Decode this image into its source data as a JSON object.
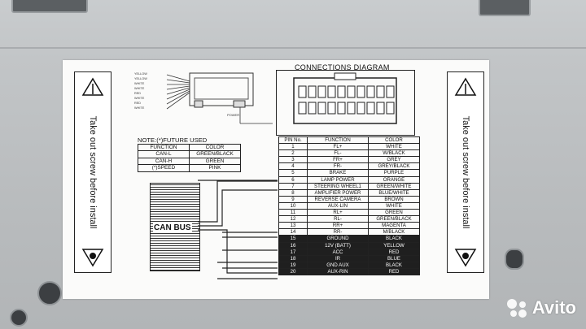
{
  "diagram": {
    "title": "CONNECTIONS DIAGRAM",
    "side_label_text": "Take out screw before install",
    "power_label": "POWER",
    "top_wires": [
      "YELLOW",
      "YELLOW",
      "WHITE",
      "WHITE",
      "RED",
      "WHITE",
      "RED",
      "WHITE"
    ],
    "note": {
      "title": "NOTE:(*)FUTURE USED",
      "headers": [
        "FUNCTION",
        "COLOR"
      ],
      "rows": [
        [
          "CAN-L",
          "GREEN/BLACK"
        ],
        [
          "CAN-H",
          "GREEN"
        ],
        [
          "(*)SPEED",
          "PINK"
        ]
      ]
    },
    "canbus_label": "CAN BUS",
    "pins": {
      "headers": [
        "PIN No.",
        "FUNCTION",
        "COLOR"
      ],
      "rows": [
        [
          "1",
          "FL+",
          "WHITE"
        ],
        [
          "2",
          "FL-",
          "W/BLACK"
        ],
        [
          "3",
          "FR+",
          "GREY"
        ],
        [
          "4",
          "FR-",
          "GREY/BLACK"
        ],
        [
          "5",
          "BRAKE",
          "PURPLE"
        ],
        [
          "6",
          "LAMP POWER",
          "ORANGE"
        ],
        [
          "7",
          "STEERING WHEEL1",
          "GREEN/WHITE"
        ],
        [
          "8",
          "AMPLIFIER POWER",
          "BLUE/WHITE"
        ],
        [
          "9",
          "REVERSE CAMERA",
          "BROWN"
        ],
        [
          "10",
          "AUX-LIN",
          "WHITE"
        ],
        [
          "11",
          "RL+",
          "GREEN"
        ],
        [
          "12",
          "RL-",
          "GREEN/BLACK"
        ],
        [
          "13",
          "RR+",
          "MAGENTA"
        ],
        [
          "14",
          "RR-",
          "M/BLACK"
        ],
        [
          "15",
          "GROUND",
          "BLACK"
        ],
        [
          "16",
          "12V (BATT)",
          "YELLOW"
        ],
        [
          "17",
          "ACC",
          "RED"
        ],
        [
          "18",
          "IR",
          "BLUE"
        ],
        [
          "19",
          "GND AUX",
          "BLACK"
        ],
        [
          "20",
          "AUX-RIN",
          "RED"
        ]
      ]
    }
  },
  "watermark": {
    "text": "Avito",
    "colors": [
      "#ffffff"
    ]
  }
}
